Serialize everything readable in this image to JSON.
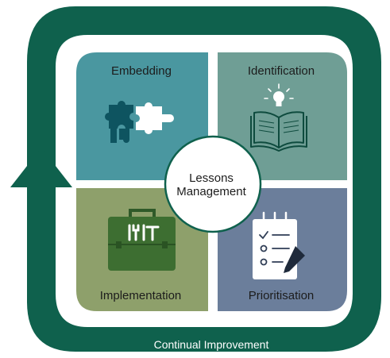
{
  "colors": {
    "frame": "#0f614d",
    "embedding": "#4a97a0",
    "identification": "#6f9e95",
    "implementation": "#8ea06b",
    "prioritisation": "#6b7e9b",
    "center_fill": "#ffffff",
    "label_text": "#1c1c1c"
  },
  "cycle": {
    "label": "Continual Improvement",
    "arrow_direction": "up"
  },
  "center": {
    "line1": "Lessons",
    "line2": "Management"
  },
  "quadrants": {
    "embedding": {
      "label": "Embedding",
      "icon": "puzzle-pieces-icon"
    },
    "identification": {
      "label": "Identification",
      "icon": "open-book-with-lightbulb-icon"
    },
    "implementation": {
      "label": "Implementation",
      "icon": "toolbox-icon"
    },
    "prioritisation": {
      "label": "Prioritisation",
      "icon": "checklist-notepad-icon"
    }
  }
}
